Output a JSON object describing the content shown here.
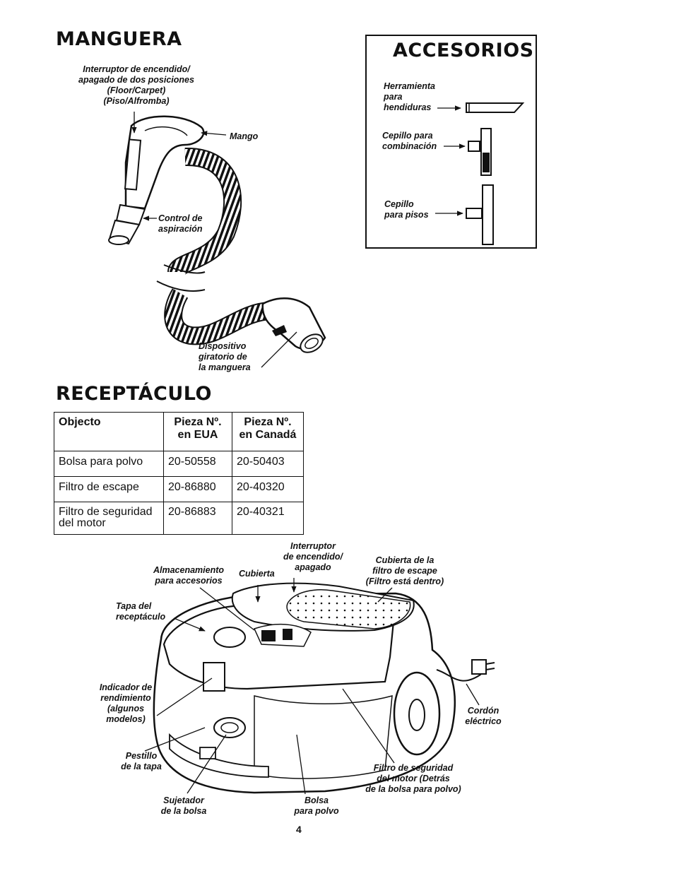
{
  "manguera": {
    "title": "MANGUERA",
    "switch_label": "Interruptor de encendido/\napagado de dos posiciones\n(Floor/Carpet)\n(Piso/Alfromba)",
    "handle_label": "Mango",
    "suction_label": "Control de\naspiración",
    "swivel_label": "Dispositivo\ngiratorio de\nla manguera"
  },
  "accesorios": {
    "title": "ACCESORIOS",
    "crevice_label": "Herramienta\npara\nhendiduras",
    "combo_label": "Cepillo para\ncombinación",
    "floor_label": "Cepillo\npara pisos"
  },
  "receptaculo": {
    "title": "RECEPTÁCULO",
    "headers": [
      "Objecto",
      "Pieza Nº.\nen EUA",
      "Pieza Nº.\nen Canadá"
    ],
    "rows": [
      [
        "Bolsa para polvo",
        "20-50558",
        "20-50403"
      ],
      [
        "Filtro de escape",
        "20-86880",
        "20-40320"
      ],
      [
        "Filtro de seguridad\ndel motor",
        "20-86883",
        "20-40321"
      ]
    ]
  },
  "canister": {
    "storage_label": "Almacenamiento\npara accesorios",
    "cover_label": "Cubierta",
    "switch_label": "Interruptor\nde encendido/\napagado",
    "exhaust_cover_label": "Cubierta de la\nfiltro de escape\n(Filtro está dentro)",
    "lid_label": "Tapa del\nreceptáculo",
    "indicator_label": "Indicador de\nrendimiento\n(algunos\nmodelos)",
    "latch_label": "Pestillo\nde la tapa",
    "holder_label": "Sujetador\nde la bolsa",
    "bag_label": "Bolsa\npara polvo",
    "motor_filter_label": "Filtro de seguridad\ndel motor (Detrás\nde la bolsa para polvo)",
    "cord_label": "Cordón\neléctrico"
  },
  "page_number": "4"
}
